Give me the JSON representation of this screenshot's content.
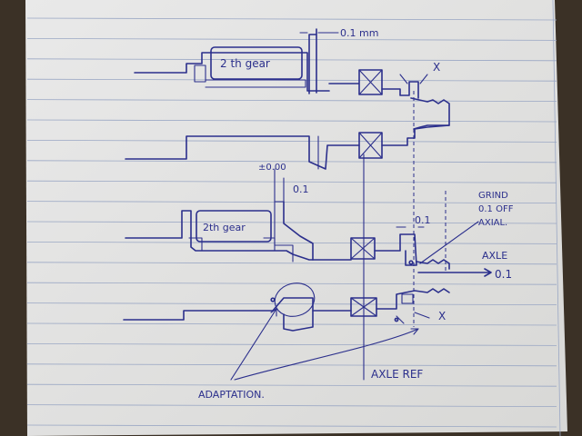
{
  "diagram": {
    "labels": {
      "gear_top": "2 th gear",
      "gear_mid": "2th gear",
      "clearance_top": "0.1 mm",
      "x_top": "X",
      "tolerance": "±0.00",
      "clearance_mid": "0.1",
      "clearance_right": "0.1",
      "grind_line1": "GRIND",
      "grind_line2": "0.1 OFF",
      "grind_line3": "AXIAL.",
      "axle": "AXLE",
      "axle_value": "0.1",
      "x_bottom": "X",
      "adaptation": "ADAPTATION.",
      "axle_ref": "AXLE REF"
    }
  }
}
